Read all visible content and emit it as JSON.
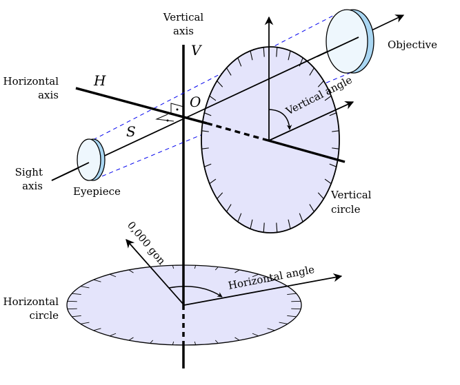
{
  "labels": {
    "vertical_axis": [
      "Vertical",
      "axis"
    ],
    "horizontal_axis": [
      "Horizontal",
      "axis"
    ],
    "sight_axis": [
      "Sight",
      "axis"
    ],
    "eyepiece": "Eyepiece",
    "objective": "Objective",
    "vertical_circle": [
      "Vertical",
      "circle"
    ],
    "horizontal_circle": [
      "Horizontal",
      "circle"
    ],
    "vertical_angle": "Vertical angle",
    "horizontal_angle": "Horizontal angle",
    "zero_gon": "0,000 gon",
    "V": "V",
    "H": "H",
    "O": "O",
    "S": "S"
  },
  "colors": {
    "circle_fill": "#e4e4fb",
    "lens_edge": "#a9d6f2",
    "lens_face": "#eef7fd",
    "dashed_guide": "#0000ee"
  }
}
